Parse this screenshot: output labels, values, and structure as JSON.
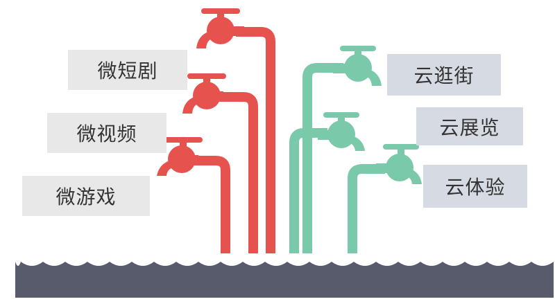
{
  "colors": {
    "red_pipe": "#e6534f",
    "green_pipe": "#79c9aa",
    "water": "#585b6c",
    "red_label_bg": "#e8e8e8",
    "green_label_bg": "#d6dbe3",
    "text": "#333333"
  },
  "left_group": {
    "labels": [
      "微短剧",
      "微视频",
      "微游戏"
    ],
    "icon": "red-faucet-icon"
  },
  "right_group": {
    "labels": [
      "云逛街",
      "云展览",
      "云体验"
    ],
    "icon": "green-faucet-icon"
  }
}
